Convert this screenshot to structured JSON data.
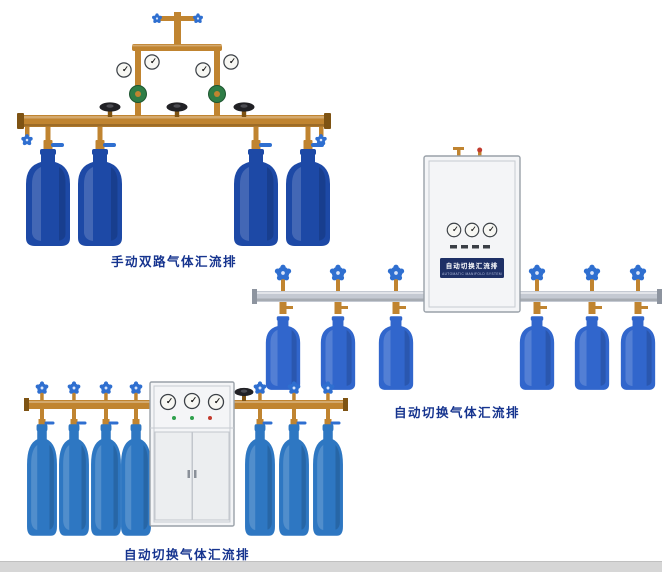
{
  "page": {
    "background": "#ffffff",
    "bottom_strip_color": "#d6d6d6"
  },
  "colors": {
    "caption": "#16348f",
    "brass": "#c08430",
    "brass-dark": "#7e5313",
    "steel": "#c4c9d2",
    "steel-dark": "#8d949f",
    "cabinet": "#f4f5f7",
    "cabinet-border": "#9aa1a9",
    "plaque": "#1e3066",
    "gauge-face": "#f7f7f3",
    "regulator-green": "#2e7d46",
    "handle-blue": "#2f6fd0",
    "wheel-black": "#212125",
    "cyl-navy": "#1d49a6",
    "cyl-blue": "#3166cc",
    "cyl-teal": "#2e77c2"
  },
  "products": {
    "manual_dual": {
      "caption": "手动双路气体汇流排",
      "cylinder_count": 4
    },
    "auto_switch_right": {
      "caption": "自动切换气体汇流排",
      "plaque_title": "自动切换汇流排",
      "plaque_subtitle": "AUTOMATIC MANIFOLD SYSTEM",
      "cylinder_count": 6
    },
    "auto_switch_bottom": {
      "caption": "自动切换气体汇流排",
      "cylinder_count": 7
    }
  }
}
